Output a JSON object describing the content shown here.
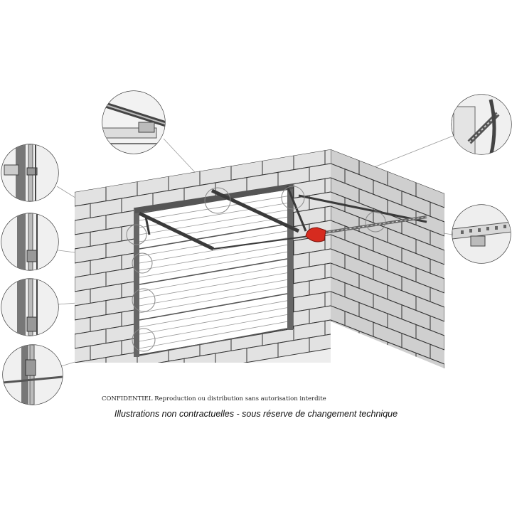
{
  "texts": {
    "confidential": "CONFIDENTIEL Reproduction ou distribution sans autorisation interdite",
    "disclaimer": "Illustrations non contractuelles - sous réserve de changement technique"
  },
  "colors": {
    "brick_fill": "#e2e2e2",
    "brick_side_fill": "#cfcfcf",
    "outline": "#333333",
    "door_panel": "#f4f4f4",
    "rail": "#444444",
    "motor": "#d62b1f",
    "leader_line": "#9a9a9a"
  },
  "details": [
    {
      "id": "top-left-bracket",
      "icon": "rail-bracket-icon"
    },
    {
      "id": "top-right-bracket",
      "icon": "spring-bracket-icon"
    },
    {
      "id": "right-hanger",
      "icon": "perforated-hanger-icon"
    },
    {
      "id": "left-1",
      "icon": "side-bracket-icon"
    },
    {
      "id": "left-2",
      "icon": "side-bracket-icon"
    },
    {
      "id": "left-3",
      "icon": "side-bracket-icon"
    },
    {
      "id": "left-4",
      "icon": "side-bracket-icon"
    }
  ]
}
